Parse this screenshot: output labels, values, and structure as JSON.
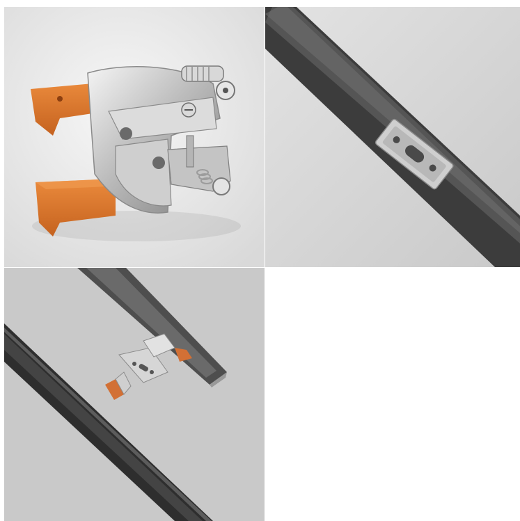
{
  "images": [
    {
      "subject": "clip-closeup"
    },
    {
      "subject": "clip-in-channel"
    },
    {
      "subject": "clip-installation"
    }
  ],
  "colors": {
    "orange_pad": "#e07a2e",
    "orange_shadow": "#b85a1a",
    "steel_light": "#e6e6e6",
    "steel_mid": "#b9b9b9",
    "steel_dark": "#7d7d7d",
    "channel_dark": "#3a3a3a",
    "background_light": "#ececec",
    "background_grey": "#c8c8c8"
  }
}
